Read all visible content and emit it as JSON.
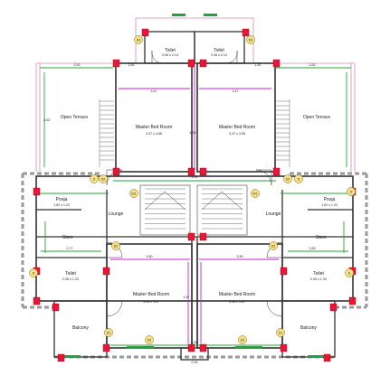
{
  "rooms": {
    "toilet_top_left": {
      "name": "Toilet",
      "size": "2.06 x 2.14"
    },
    "toilet_top_right": {
      "name": "Toilet",
      "size": "2.06 x 2.14"
    },
    "open_terrace_left": {
      "name": "Open Terrace"
    },
    "open_terrace_right": {
      "name": "Open Terrace"
    },
    "master_bed_top_left": {
      "name": "Master Bed Room",
      "size": "3.47 x 4.55"
    },
    "master_bed_top_right": {
      "name": "Master Bed Room",
      "size": "3.47 x 4.55"
    },
    "pooja_left": {
      "name": "Pooja",
      "size": "1.52 x 1.22"
    },
    "pooja_right": {
      "name": "Pooja",
      "size": "1.52 x 1.22"
    },
    "lounge_left": {
      "name": "Lounge"
    },
    "lounge_right": {
      "name": "Lounge"
    },
    "store_left": {
      "name": "Store"
    },
    "store_right": {
      "name": "Store"
    },
    "toilet_mid_left": {
      "name": "Toilet",
      "size": "2.06 x 1.33"
    },
    "toilet_mid_right": {
      "name": "Toilet",
      "size": "2.06 x 1.33"
    },
    "master_bed_bottom_left": {
      "name": "Master Bed Room",
      "size": "3.96 x 4.47"
    },
    "master_bed_bottom_right": {
      "name": "Master Bed Room",
      "size": "3.96 x 4.47"
    },
    "balcony_left": {
      "name": "Balcony"
    },
    "balcony_right": {
      "name": "Balcony"
    }
  },
  "dimensions": {
    "top_width_left": "3.53",
    "top_width_right": "3.53",
    "bed_width_left": "3.47",
    "bed_width_right": "3.47",
    "bed_depth": "4.55",
    "terrace_depth": "4.62",
    "lounge_span": "2.44",
    "store_width": "2.77",
    "lower_span_left": "3.50",
    "lower_span_right": "3.50",
    "lower_bed_depth": "4.47",
    "bath_small_left": "1.82",
    "bath_small_right": "1.82",
    "center_bottom": "1.82",
    "store_depth": "3.53",
    "bottom_small": "0.25"
  },
  "tags": {
    "t1": "D3",
    "t2": "D3",
    "t3": "D",
    "t4": "D2",
    "t5": "D2",
    "t6": "D2",
    "t7": "D2",
    "t8": "D",
    "t9": "D",
    "t10": "D",
    "t11": "D",
    "t12": "D1",
    "t13": "D1",
    "t14": "D2",
    "t15": "D2",
    "t16": "W1",
    "t17": "W1"
  },
  "colors": {
    "pillar": "#e8173a",
    "dimension_green": "#22a33a",
    "dimension_magenta": "#d41ad4",
    "wall": "#333333"
  }
}
